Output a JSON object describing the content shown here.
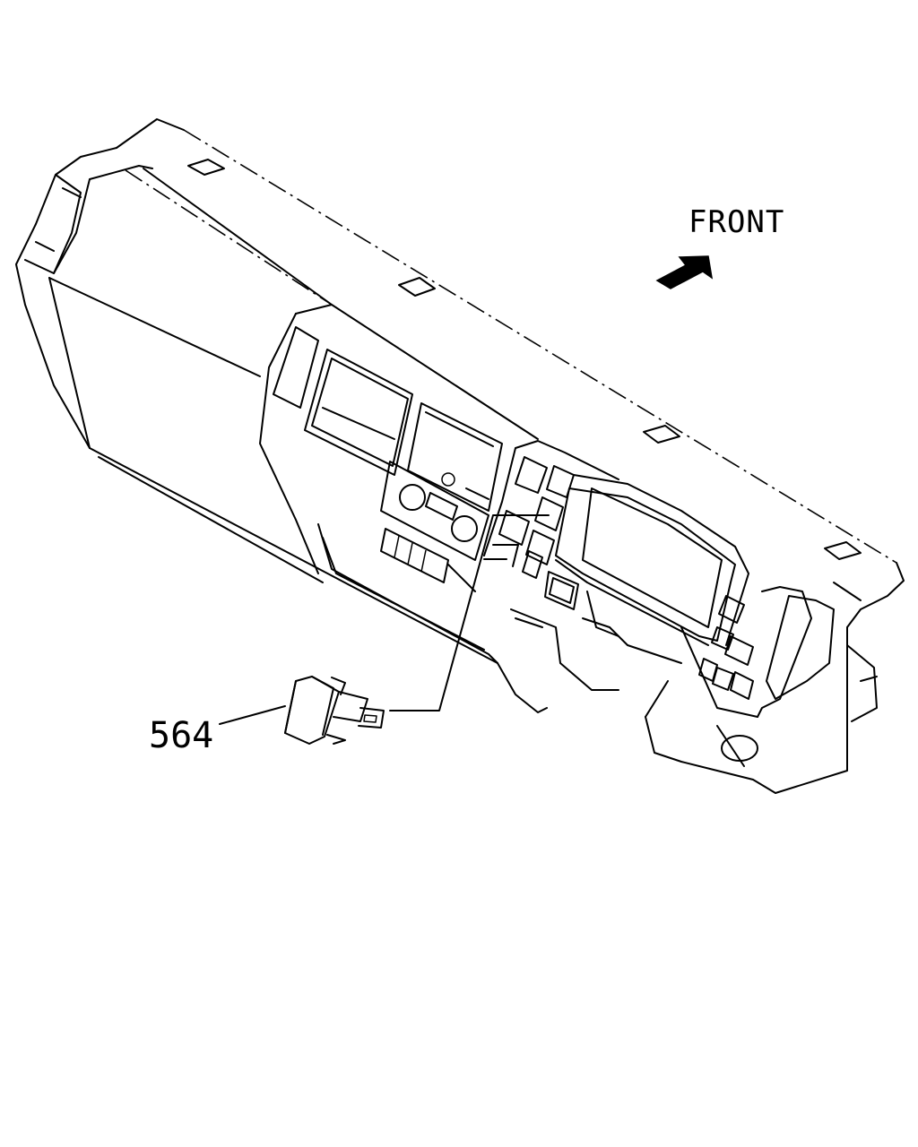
{
  "orientation": {
    "label": "FRONT",
    "arrow_icon": "direction-arrow-icon"
  },
  "callouts": [
    {
      "part_number": "564",
      "target": "switch-part"
    }
  ],
  "colors": {
    "ink": "#000000",
    "paper": "#ffffff"
  }
}
